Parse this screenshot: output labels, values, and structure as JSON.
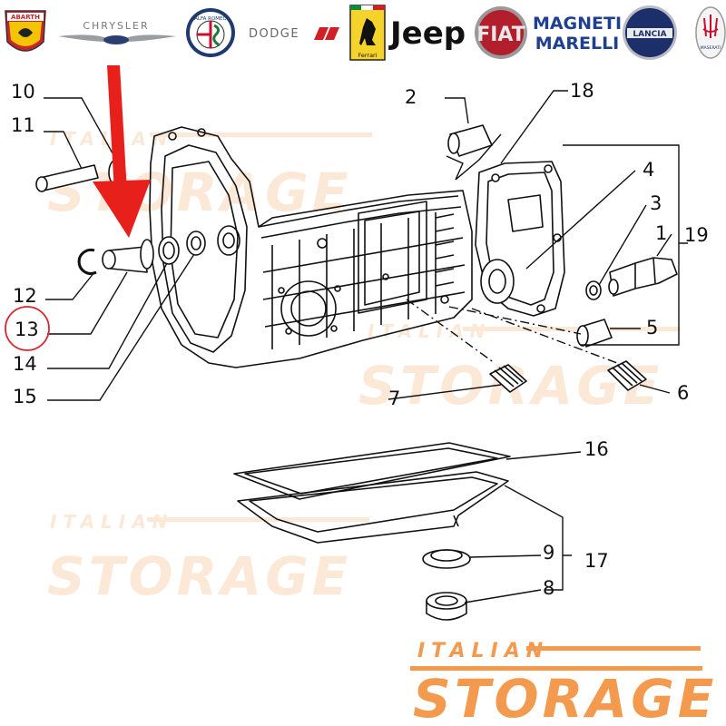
{
  "brands": {
    "abarth": "ABARTH",
    "chrysler": "CHRYSLER",
    "alfa": "ALFA ROMEO",
    "dodge": "DODGE",
    "ferrari": "Ferrari",
    "jeep": "Jeep",
    "fiat": "FIAT",
    "magneti_line1": "MAGNETI",
    "magneti_line2": "MARELLI",
    "lancia": "LANCIA",
    "maserati": "MASERATI"
  },
  "watermark": {
    "line1": "ITALIAN",
    "line2": "STORAGE"
  },
  "callouts": {
    "c1": "1",
    "c2": "2",
    "c3": "3",
    "c4": "4",
    "c5": "5",
    "c6": "6",
    "c7": "7",
    "c8": "8",
    "c9": "9",
    "c10": "10",
    "c11": "11",
    "c12": "12",
    "c13": "13",
    "c14": "14",
    "c15": "15",
    "c16": "16",
    "c17": "17",
    "c18": "18",
    "c19": "19"
  },
  "highlight": {
    "part": "13",
    "circle_color": "#d9272e",
    "arrow_color": "#e8201c"
  },
  "colors": {
    "watermark_orange": "#f39a4f",
    "line": "#111111"
  }
}
